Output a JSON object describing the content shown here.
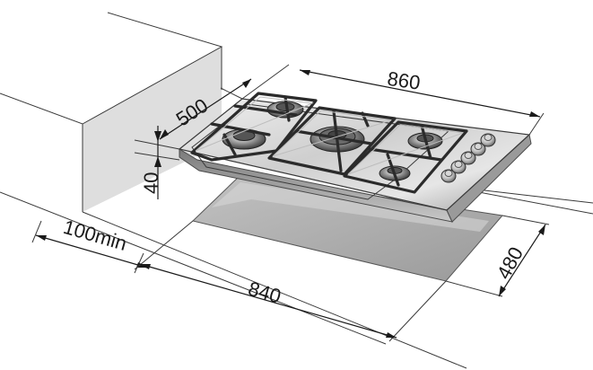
{
  "diagram": {
    "dimensions": {
      "hob_width": "860",
      "hob_depth": "500",
      "hob_height": "40",
      "side_clearance": "100min",
      "cutout_width": "840",
      "cutout_depth": "480"
    },
    "colors": {
      "cabinet_side": "#dcdcdc",
      "cutout": "#a9a9a9",
      "steel_light": "#e4e4e4",
      "steel_dark": "#8c8c8c",
      "grate": "#2b2b2b",
      "line": "#3a3a3a"
    },
    "components": {
      "burners": [
        "burner-rear-left",
        "burner-front-left",
        "burner-center-wok",
        "burner-rear-right",
        "burner-front-right"
      ],
      "control_knobs": [
        "knob-1",
        "knob-2",
        "knob-3",
        "knob-4",
        "knob-5"
      ]
    }
  }
}
